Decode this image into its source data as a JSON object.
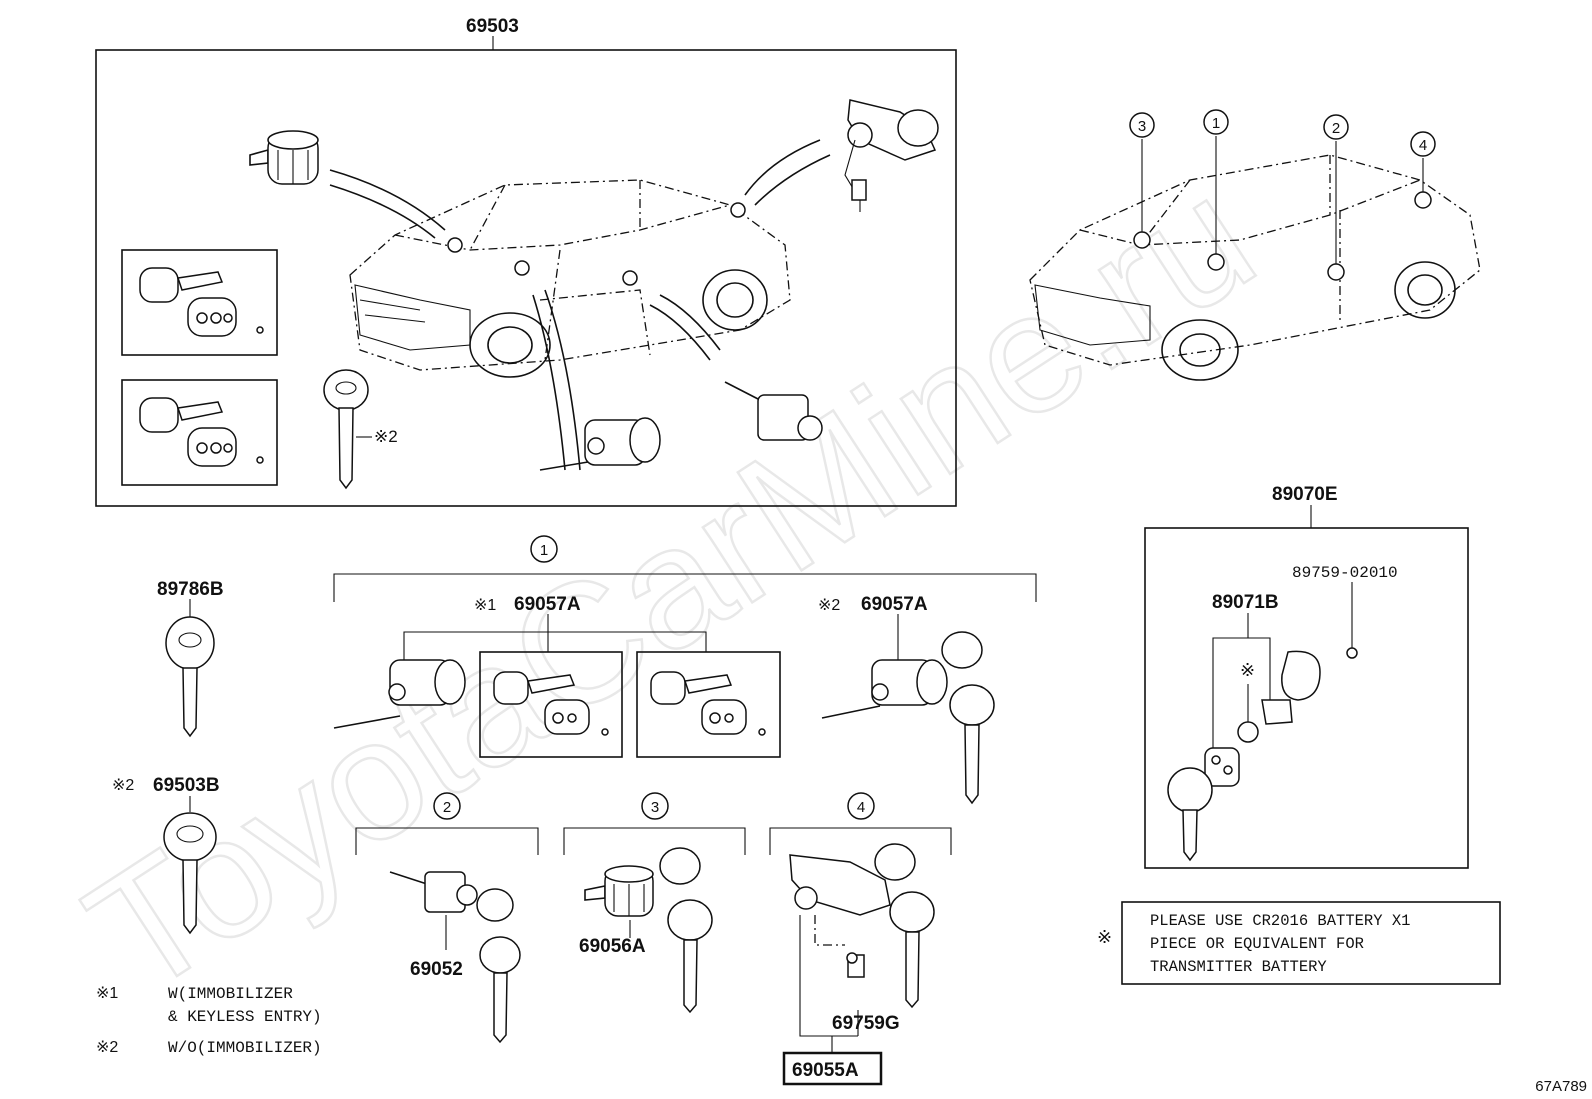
{
  "watermark": "ToyotaCarMine.ru",
  "drawing_id": "67A789",
  "labels": {
    "assy_top": "69503",
    "key_89786b": "89786B",
    "key_69503b": "69503B",
    "set_69057a_a": "69057A",
    "set_69057a_b": "69057A",
    "cyl_69052": "69052",
    "cyl_69056a": "69056A",
    "part_69759g": "69759G",
    "part_69055a": "69055A",
    "transmitter_89070e": "89070E",
    "transmitter_case_89071b": "89071B",
    "screw_89759": "89759-02010"
  },
  "marks": {
    "ref1": "※1",
    "ref2": "※2",
    "battery": "※",
    "circle_1": "1",
    "circle_2": "2",
    "circle_3": "3",
    "circle_4": "4"
  },
  "legend": {
    "item1_mark": "※1",
    "item1_line1": "W(IMMOBILIZER",
    "item1_line2": "& KEYLESS ENTRY)",
    "item2_mark": "※2",
    "item2_line1": "W/O(IMMOBILIZER)"
  },
  "note": {
    "mark": "※",
    "line1": "PLEASE USE CR2016 BATTERY X1",
    "line2": "PIECE OR EQUIVALENT FOR",
    "line3": "TRANSMITTER BATTERY"
  }
}
